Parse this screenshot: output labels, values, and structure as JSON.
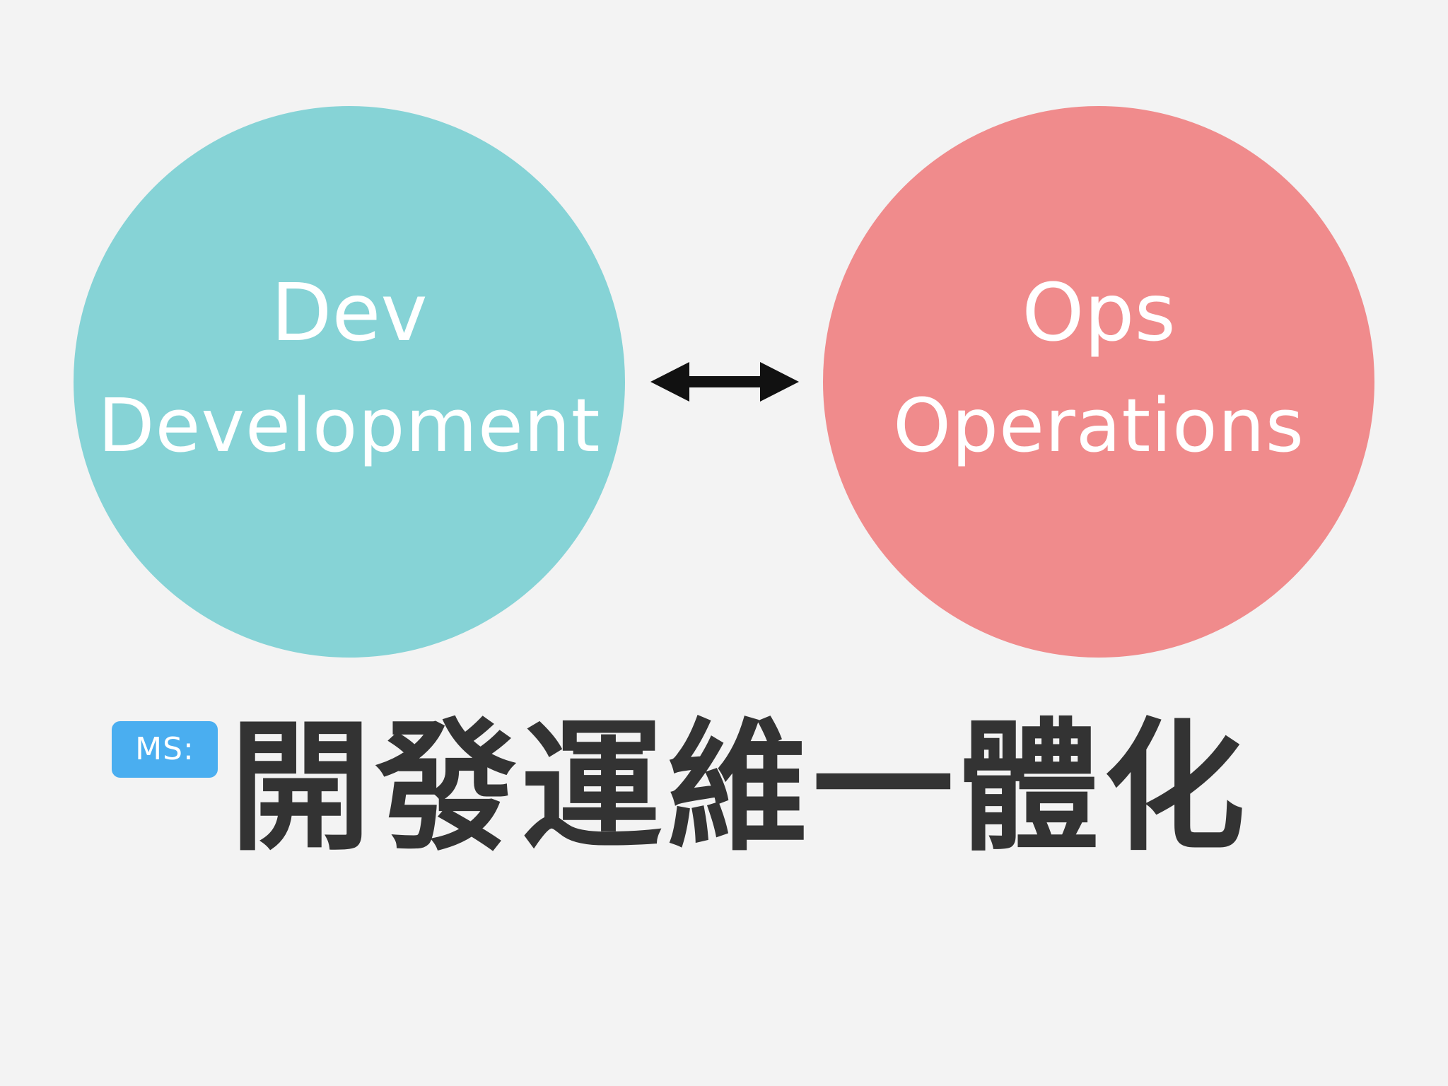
{
  "colors": {
    "background": "#f3f3f3",
    "dev_circle": "#86d3d6",
    "ops_circle": "#f08b8c",
    "arrow": "#111111",
    "badge": "#4aaef0",
    "title_text": "#333333"
  },
  "dev": {
    "short": "Dev",
    "long": "Development"
  },
  "ops": {
    "short": "Ops",
    "long": "Operations"
  },
  "arrow_icon": "double-headed-arrow-icon",
  "badge": {
    "label": "MS:"
  },
  "title": "開發運維一體化"
}
